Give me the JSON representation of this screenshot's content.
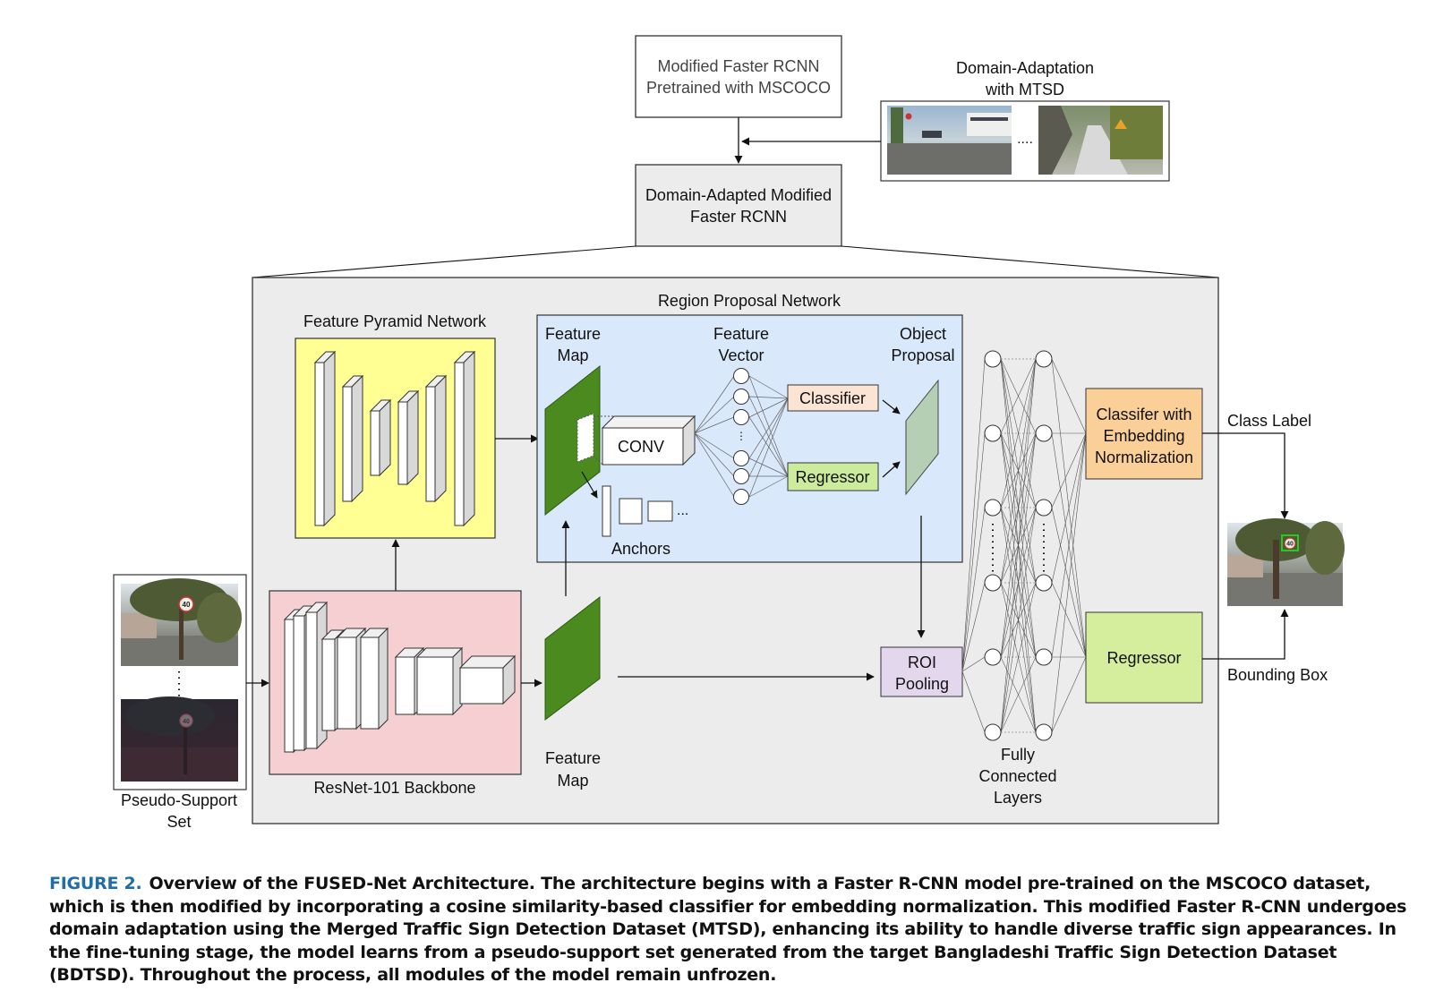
{
  "top": {
    "pretrained": [
      "Modified Faster RCNN",
      "Pretrained with MSCOCO"
    ],
    "domain_adaptation": [
      "Domain-Adaptation",
      "with MTSD"
    ],
    "adapted": [
      "Domain-Adapted Modified",
      "Faster RCNN"
    ]
  },
  "fpn": {
    "title": "Feature Pyramid Network"
  },
  "backbone": {
    "title": "ResNet-101 Backbone"
  },
  "rpn": {
    "title": "Region Proposal Network",
    "feature_map": [
      "Feature",
      "Map"
    ],
    "feature_vector": [
      "Feature",
      "Vector"
    ],
    "object_proposal": [
      "Object",
      "Proposal"
    ],
    "conv": "CONV",
    "classifier": "Classifier",
    "regressor": "Regressor",
    "anchors": "Anchors"
  },
  "feature_map_bottom": [
    "Feature",
    "Map"
  ],
  "roi_pooling": [
    "ROI",
    "Pooling"
  ],
  "fc_layers": [
    "Fully",
    "Connected",
    "Layers"
  ],
  "classifier_embed": [
    "Classifer with",
    "Embedding",
    "Normalization"
  ],
  "regressor_final": "Regressor",
  "outputs": {
    "class_label": "Class Label",
    "bounding_box": "Bounding Box",
    "sign_value": "40"
  },
  "pseudo_support": {
    "label": [
      "Pseudo-Support",
      "Set"
    ],
    "sign_value": "40"
  },
  "colors": {
    "outer_bg": "#ececec",
    "fpn_bg": "#ffff94",
    "backbone_bg": "#f6cfd2",
    "rpn_bg": "#dae8fb",
    "feature_green": "#4a8a1e",
    "classifier_bg": "#fce4d4",
    "regressor_bg": "#cdeb9c",
    "proposal": "#b5cfb5",
    "roi_bg": "#e3d7ee",
    "class_embed_bg": "#fbcf98",
    "regressor_final_bg": "#d4ee9e",
    "caption_blue": "#1f6ea6"
  },
  "caption": {
    "label": "FIGURE 2.",
    "text": "Overview of the FUSED-Net Architecture. The architecture begins with a Faster R-CNN model pre-trained on the MSCOCO dataset, which is then modified by incorporating a cosine similarity-based classifier for embedding normalization. This modified Faster R-CNN undergoes domain adaptation using the Merged Traffic Sign Detection Dataset (MTSD), enhancing its ability to handle diverse traffic sign appearances. In the fine-tuning stage, the model learns from a pseudo-support set generated from the target Bangladeshi Traffic Sign Detection Dataset (BDTSD). Throughout the process, all modules of the model remain unfrozen."
  }
}
